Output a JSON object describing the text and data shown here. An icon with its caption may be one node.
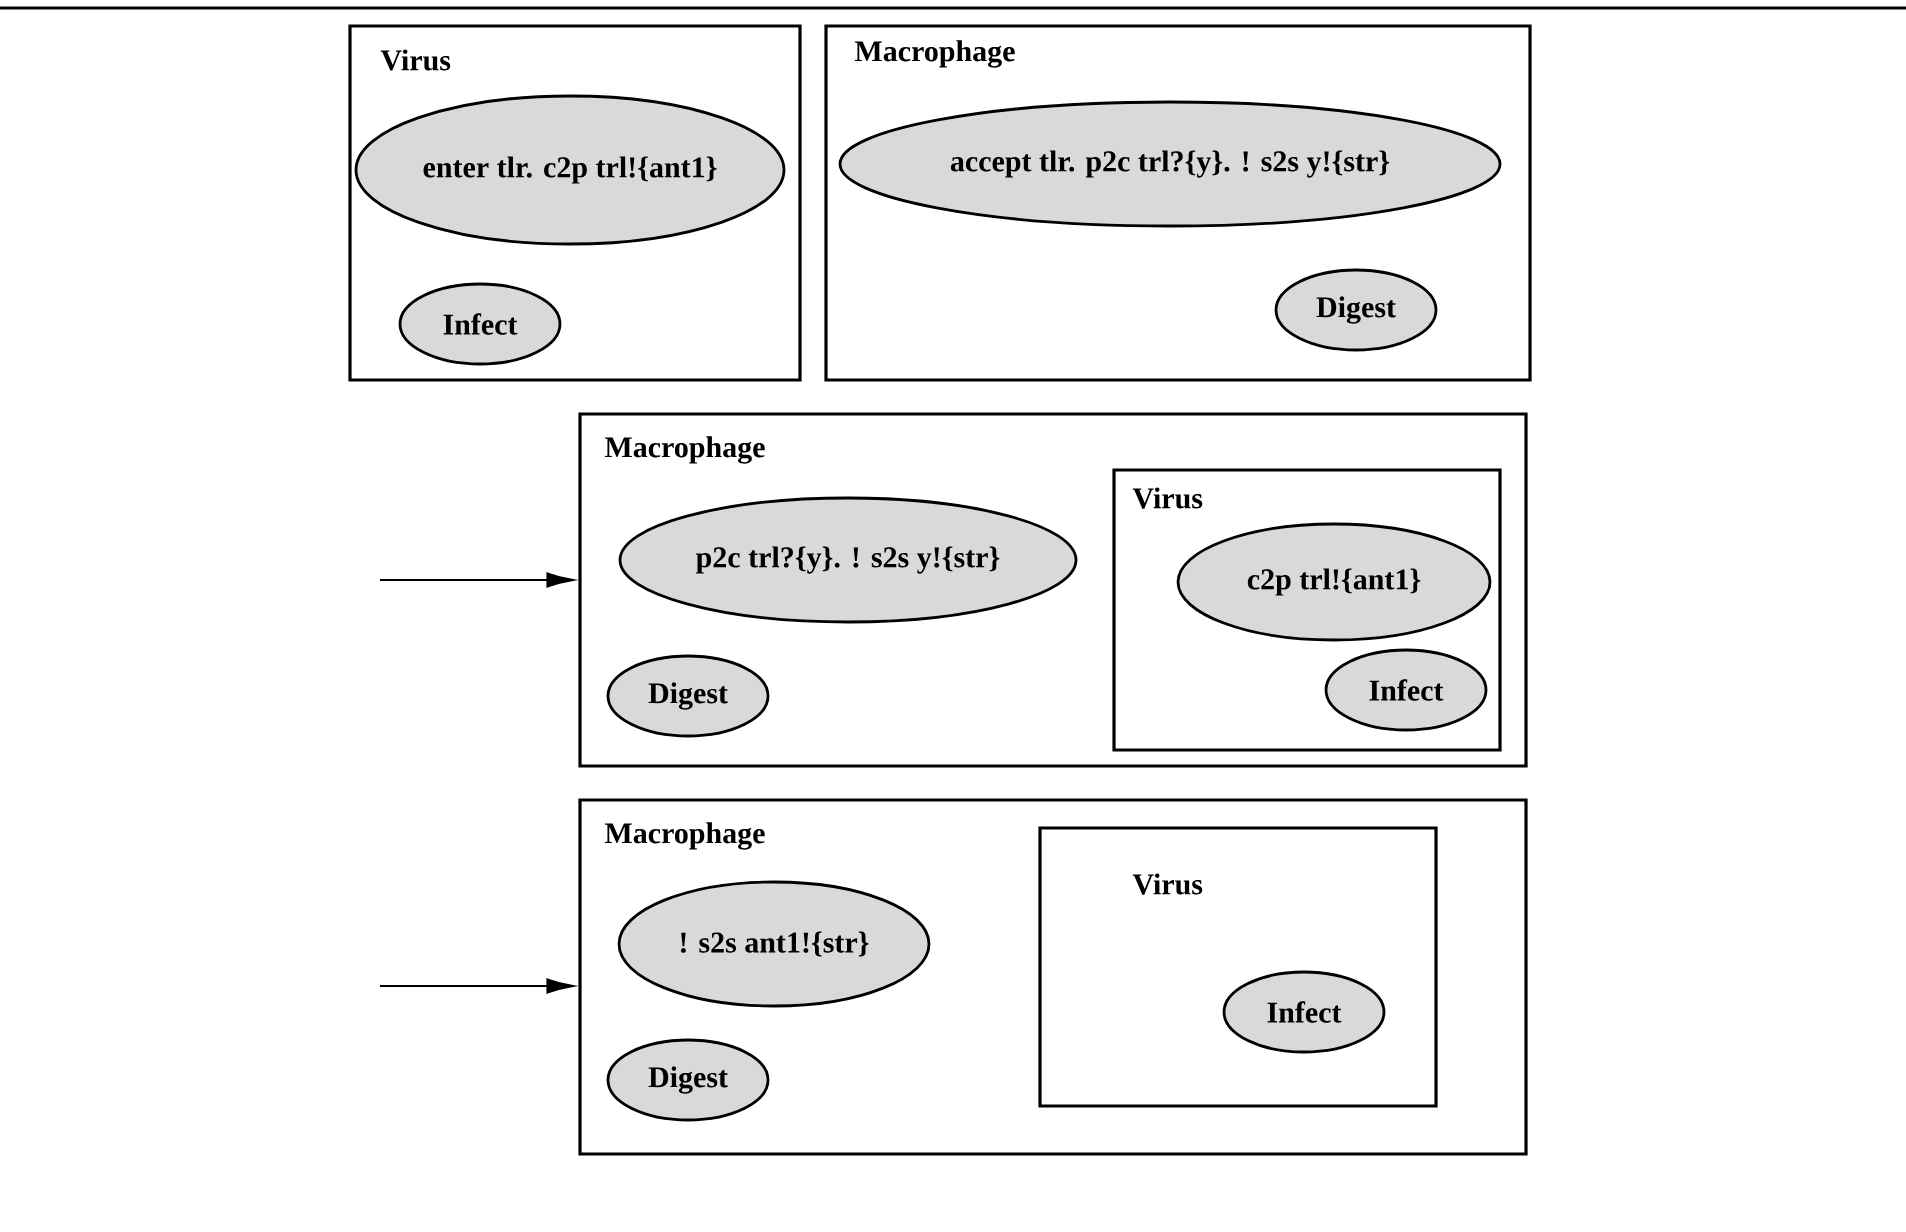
{
  "diagram": {
    "nodes": [
      {
        "text": [
          "Virus"
        ]
      },
      {
        "text": [
          "enter tlr. c2p trl!{ant1}"
        ],
        "in": 0
      },
      {
        "text": [
          "Infect"
        ],
        "in": 0
      },
      {
        "text": [
          "Macrophage"
        ]
      },
      {
        "text": [
          "accept tlr. p2c trl?{y}. ! s2s y!{str}"
        ],
        "in": 3
      },
      {
        "text": [
          "Digest"
        ],
        "in": 3
      },
      {
        "text": [
          "Macrophage"
        ]
      },
      {
        "text": [
          "p2c trl?{y}. ! s2s y!{str}"
        ],
        "in": 6
      },
      {
        "text": [
          "Digest"
        ],
        "in": 6
      },
      {
        "text": [
          "Virus"
        ],
        "in": 6
      },
      {
        "text": [
          "c2p trl!{ant1}"
        ],
        "in": 9
      },
      {
        "text": [
          "Infect"
        ],
        "in": 9
      },
      {
        "text": [
          "Macrophage"
        ]
      },
      {
        "text": [
          "! s2s ant1!{str}"
        ],
        "in": 12
      },
      {
        "text": [
          "Digest"
        ],
        "in": 12
      },
      {
        "text": [
          "Virus"
        ],
        "in": 12
      },
      {
        "text": [
          "Infect"
        ],
        "in": 15
      }
    ],
    "edges": [
      {
        "from": null,
        "to": 6,
        "arrow": "to"
      },
      {
        "from": null,
        "to": 12,
        "arrow": "to"
      }
    ]
  }
}
